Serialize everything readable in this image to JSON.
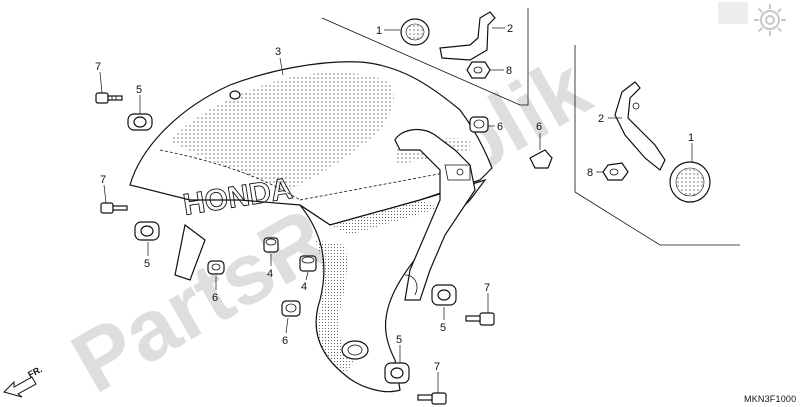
{
  "watermark": {
    "text": "PartsRepublik"
  },
  "diagram": {
    "labels": {
      "l1a": "1",
      "l2a": "2",
      "l8a": "8",
      "l3": "3",
      "l7a": "7",
      "l5a": "5",
      "l6a": "6",
      "l6b": "6",
      "l2b": "2",
      "l1b": "1",
      "l8b": "8",
      "l7b": "7",
      "l5b": "5",
      "l6c": "6",
      "l4a": "4",
      "l4b": "4",
      "l5c": "5",
      "l7c": "7",
      "l6d": "6",
      "l5d": "5",
      "l7d": "7"
    },
    "fender_brand": "HONDA",
    "direction": "FR.",
    "catalog_code": "MKN3F1000"
  }
}
